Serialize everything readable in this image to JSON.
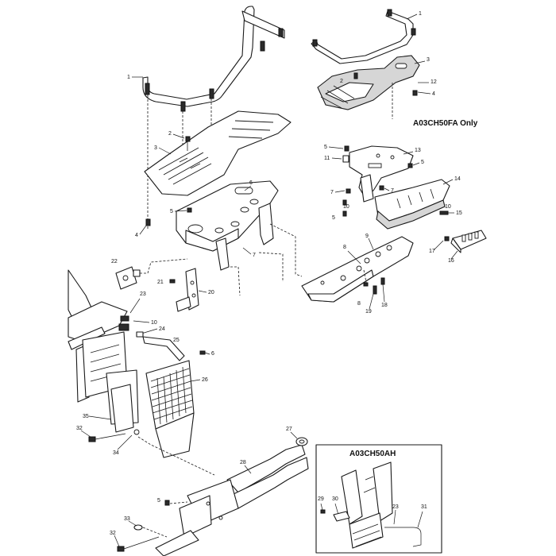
{
  "notes": {
    "variant_fa": "A03CH50FA Only",
    "variant_ah": "A03CH50AH"
  },
  "callouts": {
    "c1a": "1",
    "c1b": "1",
    "c2a": "2",
    "c2b": "2",
    "c3a": "3",
    "c3b": "3",
    "c4a": "4",
    "c4b": "4",
    "c5a": "5",
    "c5b": "5",
    "c5c": "5",
    "c5d": "5",
    "c6a": "6",
    "c6b": "6",
    "c7a": "7",
    "c7b": "7",
    "c7c": "7",
    "c8a": "8",
    "c8b": "8",
    "c9": "9",
    "c10a": "10",
    "c10b": "10",
    "c10c": "10",
    "c11": "11",
    "c12": "12",
    "c13": "13",
    "c14": "14",
    "c15": "15",
    "c16": "16",
    "c17": "17",
    "c18": "18",
    "c19": "19",
    "c20": "20",
    "c21": "21",
    "c22": "22",
    "c23a": "23",
    "c23b": "23",
    "c24": "24",
    "c25": "25",
    "c26": "26",
    "c27": "27",
    "c28": "28",
    "c29": "29",
    "c30": "30",
    "c31": "31",
    "c32a": "32",
    "c32b": "32",
    "c33": "33",
    "c34": "34",
    "c35": "35"
  }
}
